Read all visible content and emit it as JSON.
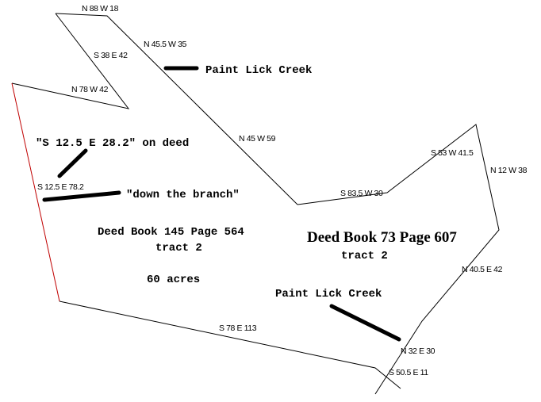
{
  "calls": {
    "c1": "N 88 W 18",
    "c2": "N 45.5 W 35",
    "c3": "S 38 E 42",
    "c4": "N 78 W 42",
    "c5": "N 45 W 59",
    "c6": "S 12.5 E 78.2",
    "c7": "S 83.5 W 30",
    "c8": "S 53 W 41.5",
    "c9": "N 12 W 38",
    "c10": "N 40.5 E 42",
    "c11": "S 78 E 113",
    "c12": "N 32 E 30",
    "c13": "S 50.5 E 11"
  },
  "annotations": {
    "creek_top": "Paint Lick Creek",
    "deed_call": "\"S 12.5 E 28.2\" on deed",
    "branch": "\"down the branch\"",
    "creek_bottom": "Paint Lick Creek"
  },
  "tracts": {
    "left_title": "Deed Book 145 Page 564",
    "left_sub": "tract 2",
    "left_acres": "60 acres",
    "right_title": "Deed Book 73 Page 607",
    "right_sub": "tract 2"
  },
  "colors": {
    "boundary": "#000000",
    "west_line": "#c00000"
  }
}
